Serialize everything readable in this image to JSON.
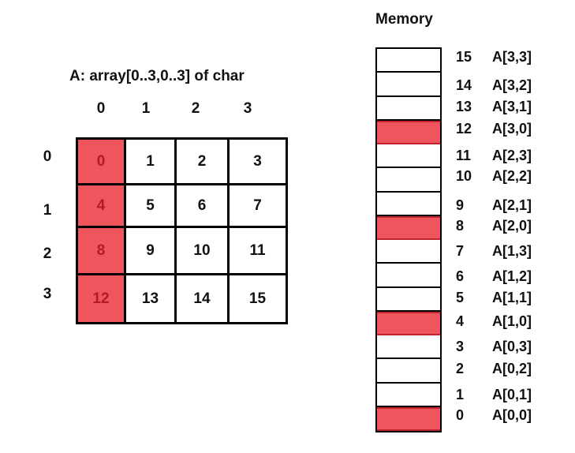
{
  "title": "A: array[0..3,0..3] of char",
  "memory_title": "Memory",
  "col_headers": [
    "0",
    "1",
    "2",
    "3"
  ],
  "row_headers": [
    "0",
    "1",
    "2",
    "3"
  ],
  "grid": [
    [
      "0",
      "1",
      "2",
      "3"
    ],
    [
      "4",
      "5",
      "6",
      "7"
    ],
    [
      "8",
      "9",
      "10",
      "11"
    ],
    [
      "12",
      "13",
      "14",
      "15"
    ]
  ],
  "highlight_column": 0,
  "highlight_color": "#f0545c",
  "memory": [
    {
      "addr": "15",
      "label": "A[3,3]",
      "highlighted": false
    },
    {
      "addr": "14",
      "label": "A[3,2]",
      "highlighted": false
    },
    {
      "addr": "13",
      "label": "A[3,1]",
      "highlighted": false
    },
    {
      "addr": "12",
      "label": "A[3,0]",
      "highlighted": true
    },
    {
      "addr": "11",
      "label": "A[2,3]",
      "highlighted": false
    },
    {
      "addr": "10",
      "label": "A[2,2]",
      "highlighted": false
    },
    {
      "addr": "9",
      "label": "A[2,1]",
      "highlighted": false
    },
    {
      "addr": "8",
      "label": "A[2,0]",
      "highlighted": true
    },
    {
      "addr": "7",
      "label": "A[1,3]",
      "highlighted": false
    },
    {
      "addr": "6",
      "label": "A[1,2]",
      "highlighted": false
    },
    {
      "addr": "5",
      "label": "A[1,1]",
      "highlighted": false
    },
    {
      "addr": "4",
      "label": "A[1,0]",
      "highlighted": true
    },
    {
      "addr": "3",
      "label": "A[0,3]",
      "highlighted": false
    },
    {
      "addr": "2",
      "label": "A[0,2]",
      "highlighted": false
    },
    {
      "addr": "1",
      "label": "A[0,1]",
      "highlighted": false
    },
    {
      "addr": "0",
      "label": "A[0,0]",
      "highlighted": true
    }
  ]
}
